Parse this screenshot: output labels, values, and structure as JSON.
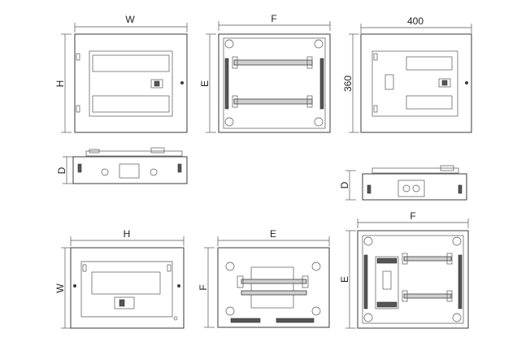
{
  "views": {
    "front_w_h": {
      "width_label": "W",
      "height_label": "H"
    },
    "mount_f_e": {
      "width_label": "F",
      "height_label": "E"
    },
    "front_dims": {
      "width_label": "400",
      "height_label": "360"
    },
    "side_d_left": {
      "depth_label": "D"
    },
    "side_d_right": {
      "depth_label": "D"
    },
    "bottom_h_w": {
      "width_label": "H",
      "height_label": "W"
    },
    "bottom_e_f": {
      "width_label": "E",
      "height_label": "F"
    },
    "bottom_f_e": {
      "width_label": "F",
      "height_label": "E"
    }
  }
}
